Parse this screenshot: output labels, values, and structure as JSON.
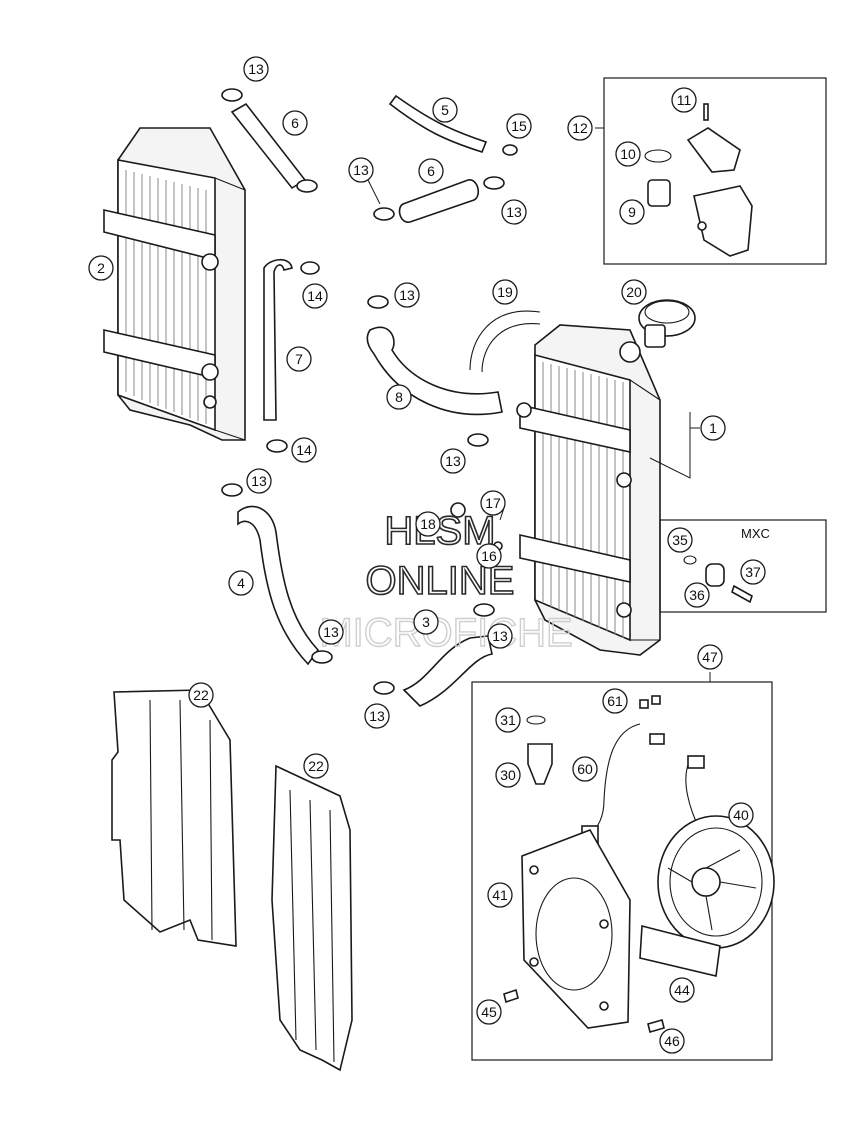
{
  "diagram": {
    "variant_label": "MXC",
    "callouts": [
      "1",
      "2",
      "3",
      "4",
      "5",
      "6",
      "6",
      "7",
      "8",
      "9",
      "10",
      "11",
      "12",
      "13",
      "13",
      "13",
      "13",
      "13",
      "13",
      "13",
      "13",
      "13",
      "14",
      "14",
      "15",
      "16",
      "17",
      "18",
      "19",
      "20",
      "22",
      "22",
      "30",
      "31",
      "35",
      "36",
      "37",
      "40",
      "41",
      "44",
      "45",
      "46",
      "47",
      "60",
      "61"
    ]
  },
  "watermark": {
    "line1": "HLSM",
    "line2": "ONLINE",
    "line3": "MICROFICHE"
  }
}
